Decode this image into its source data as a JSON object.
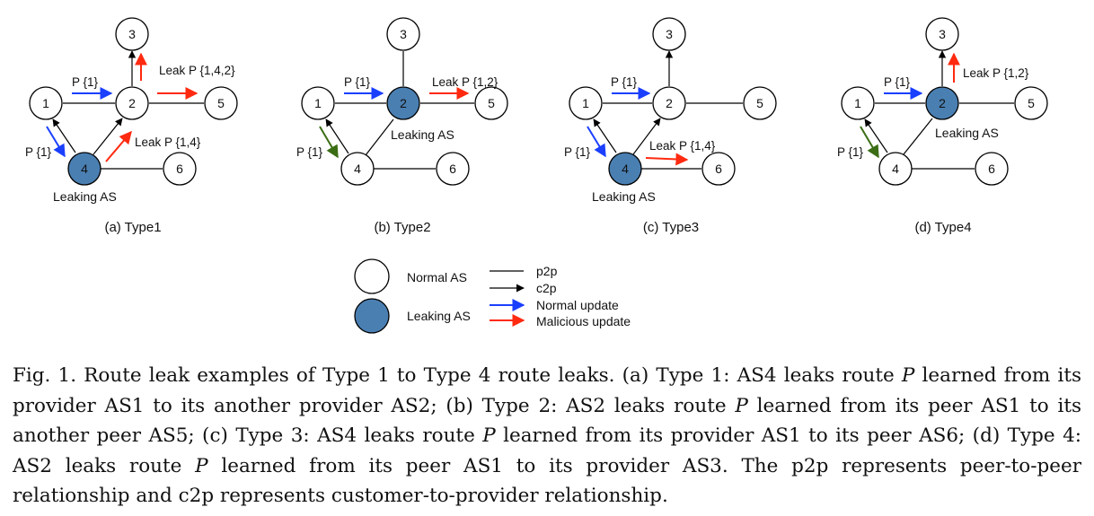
{
  "panels": [
    {
      "subtitle": "(a) Type1",
      "leaking_label": "Leaking AS",
      "nodes": [
        {
          "id": "3",
          "leaking": false
        },
        {
          "id": "1",
          "leaking": false
        },
        {
          "id": "2",
          "leaking": false
        },
        {
          "id": "5",
          "leaking": false
        },
        {
          "id": "4",
          "leaking": true
        },
        {
          "id": "6",
          "leaking": false
        }
      ],
      "labels": [
        "P {1}",
        "Leak P {1,4,2}",
        "P {1}",
        "Leak P {1,4}"
      ]
    },
    {
      "subtitle": "(b) Type2",
      "leaking_label": "Leaking AS",
      "nodes": [
        {
          "id": "3",
          "leaking": false
        },
        {
          "id": "1",
          "leaking": false
        },
        {
          "id": "2",
          "leaking": true
        },
        {
          "id": "5",
          "leaking": false
        },
        {
          "id": "4",
          "leaking": false
        },
        {
          "id": "6",
          "leaking": false
        }
      ],
      "labels": [
        "P {1}",
        "Leak P {1,2}",
        "P {1}"
      ]
    },
    {
      "subtitle": "(c) Type3",
      "leaking_label": "Leaking AS",
      "nodes": [
        {
          "id": "3",
          "leaking": false
        },
        {
          "id": "1",
          "leaking": false
        },
        {
          "id": "2",
          "leaking": false
        },
        {
          "id": "5",
          "leaking": false
        },
        {
          "id": "4",
          "leaking": true
        },
        {
          "id": "6",
          "leaking": false
        }
      ],
      "labels": [
        "P {1}",
        "P {1}",
        "Leak P {1,4}"
      ]
    },
    {
      "subtitle": "(d) Type4",
      "leaking_label": "Leaking AS",
      "nodes": [
        {
          "id": "3",
          "leaking": false
        },
        {
          "id": "1",
          "leaking": false
        },
        {
          "id": "2",
          "leaking": true
        },
        {
          "id": "5",
          "leaking": false
        },
        {
          "id": "4",
          "leaking": false
        },
        {
          "id": "6",
          "leaking": false
        }
      ],
      "labels": [
        "P {1}",
        "Leak P {1,2}",
        "P {1}"
      ]
    }
  ],
  "legend": {
    "normal_as": "Normal AS",
    "leaking_as": "Leaking AS",
    "p2p": "p2p",
    "c2p": "c2p",
    "normal_update": "Normal update",
    "malicious_update": "Malicious update"
  },
  "colors": {
    "leaking_fill": "#4a7fb2",
    "normal_update": "#1a3fff",
    "malicious_update": "#ff2a10",
    "peer_update": "#3b6d14",
    "edge": "#000000"
  },
  "caption": {
    "prefix": "Fig. 1.  Route leak examples of Type 1 to Type 4 route leaks. (a) Type 1: AS4 leaks route ",
    "var1": "P",
    "mid1": " learned from its provider AS1 to its another provider AS2; (b) Type 2: AS2 leaks route ",
    "var2": "P",
    "mid2": " learned from its peer AS1 to its another peer AS5; (c) Type 3: AS4 leaks route ",
    "var3": "P",
    "mid3": " learned from its provider AS1 to its peer AS6; (d) Type 4: AS2 leaks route ",
    "var4": "P",
    "suffix": " learned from its peer AS1 to its provider AS3. The p2p represents peer-to-peer relationship and c2p represents customer-to-provider relationship."
  }
}
